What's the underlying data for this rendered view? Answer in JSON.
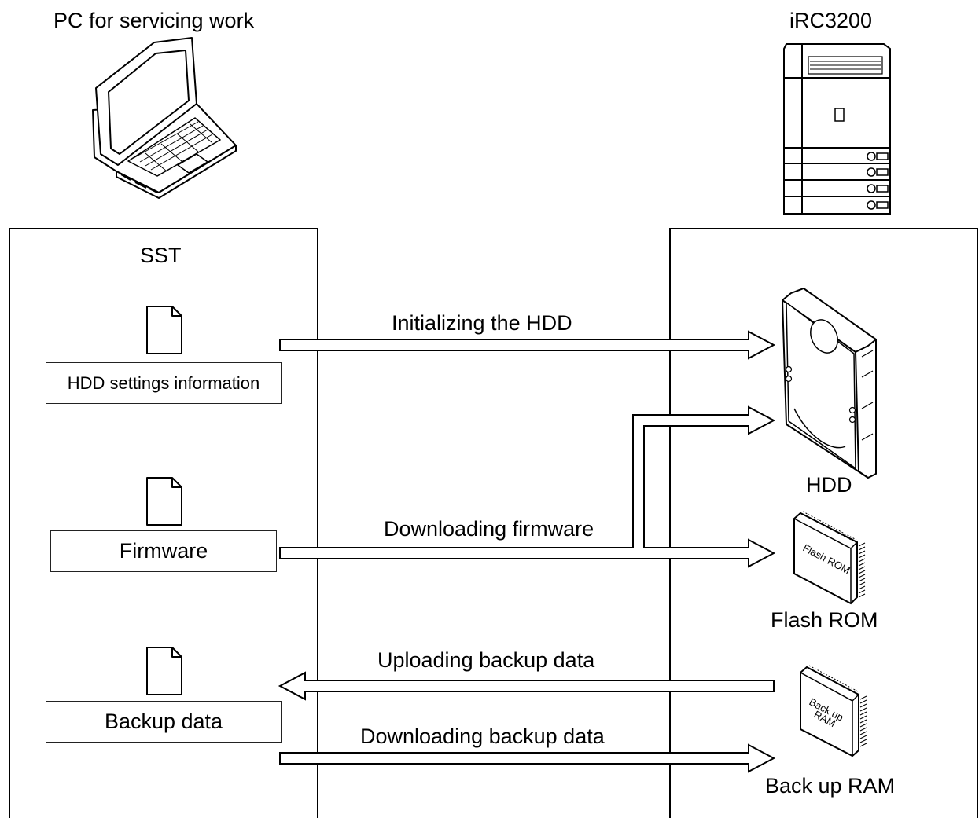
{
  "pc": {
    "title": "PC for servicing work"
  },
  "device": {
    "title": "iRC3200"
  },
  "sst": {
    "title": "SST"
  },
  "files": {
    "hdd_settings": "HDD settings information",
    "firmware": "Firmware",
    "backup": "Backup data"
  },
  "arrows": {
    "init_hdd": "Initializing the HDD",
    "download_fw": "Downloading firmware",
    "upload_backup": "Uploading backup data",
    "download_backup": "Downloading backup data"
  },
  "components": {
    "hdd": "HDD",
    "flash_rom": "Flash ROM",
    "flash_rom_chip": "Flash ROM",
    "backup_ram": "Back up RAM",
    "backup_ram_chip_line1": "Back up",
    "backup_ram_chip_line2": "RAM"
  }
}
